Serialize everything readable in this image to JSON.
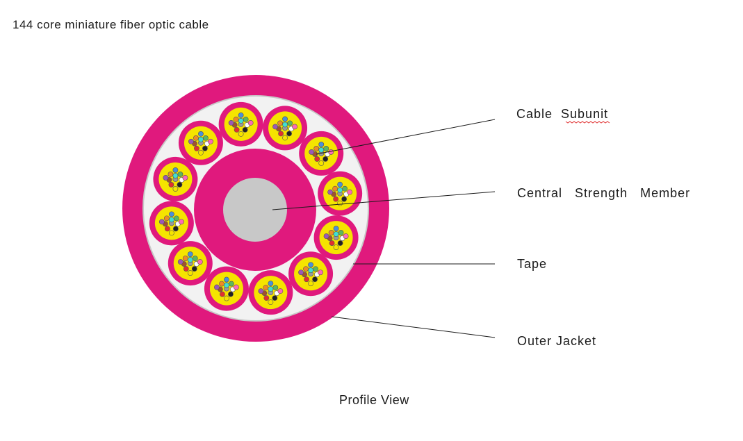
{
  "title": "144 core miniature fiber optic cable",
  "caption": "Profile View",
  "labels": {
    "cable_subunit": "Cable  Subunit",
    "central_strength_member": "Central   Strength   Member",
    "tape": "Tape",
    "outer_jacket": "Outer Jacket"
  },
  "colors": {
    "jacket": "#e0197d",
    "tape_fill": "#f2f2f2",
    "tape_stroke": "#c8c8c8",
    "subunit_jacket": "#e0197d",
    "subunit_core": "#f5e400",
    "central_member": "#c8c8c8",
    "leader_line": "#1a1a1a",
    "fiber_colors": [
      "#4a90d9",
      "#f08a24",
      "#5cb85c",
      "#a0522d",
      "#9a9a9a",
      "#ffffff",
      "#e03030",
      "#222222",
      "#f5e400",
      "#9b59b6",
      "#ff69b4",
      "#40e0d0"
    ]
  },
  "subunit_count": 12
}
